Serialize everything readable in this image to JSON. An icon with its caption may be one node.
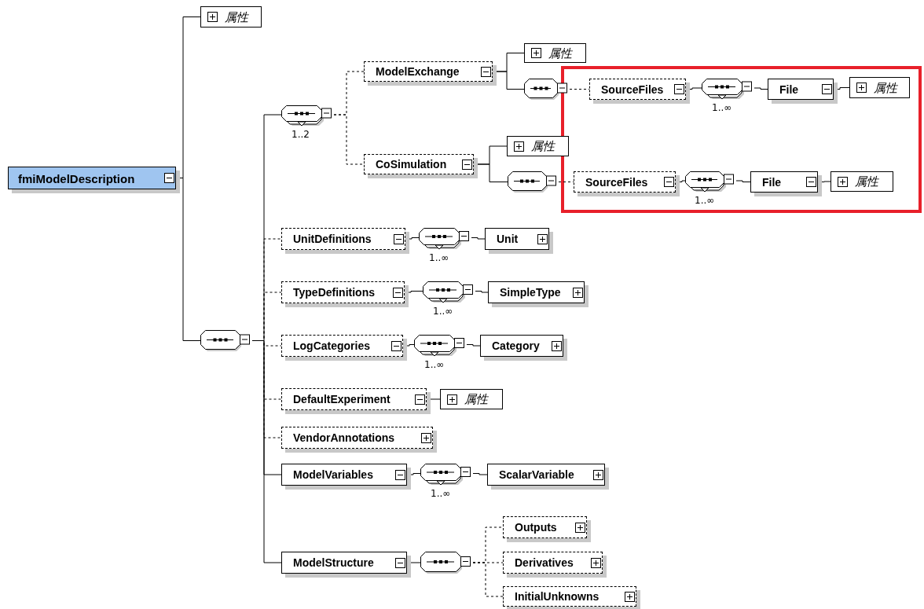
{
  "diagram": {
    "nodes": [
      {
        "text": [
          "fmiModelDescription"
        ]
      },
      {
        "text": [
          "属性"
        ]
      },
      {
        "text": [],
        "shape": "octagon"
      },
      {
        "text": [],
        "shape": "octagon",
        "beside": [
          "1..2"
        ]
      },
      {
        "text": [
          "ModelExchange"
        ]
      },
      {
        "text": [
          "属性"
        ]
      },
      {
        "text": [],
        "shape": "octagon"
      },
      {
        "text": [
          "SourceFiles"
        ]
      },
      {
        "text": [],
        "shape": "octagon",
        "beside": [
          "1..∞"
        ]
      },
      {
        "text": [
          "File"
        ]
      },
      {
        "text": [
          "属性"
        ]
      },
      {
        "text": [
          "CoSimulation"
        ]
      },
      {
        "text": [
          "属性"
        ]
      },
      {
        "text": [],
        "shape": "octagon"
      },
      {
        "text": [
          "SourceFiles"
        ]
      },
      {
        "text": [],
        "shape": "octagon",
        "beside": [
          "1..∞"
        ]
      },
      {
        "text": [
          "File"
        ]
      },
      {
        "text": [
          "属性"
        ]
      },
      {
        "text": [
          "UnitDefinitions"
        ]
      },
      {
        "text": [],
        "shape": "octagon",
        "beside": [
          "1..∞"
        ]
      },
      {
        "text": [
          "Unit"
        ]
      },
      {
        "text": [
          "TypeDefinitions"
        ]
      },
      {
        "text": [],
        "shape": "octagon",
        "beside": [
          "1..∞"
        ]
      },
      {
        "text": [
          "SimpleType"
        ]
      },
      {
        "text": [
          "LogCategories"
        ]
      },
      {
        "text": [],
        "shape": "octagon",
        "beside": [
          "1..∞"
        ]
      },
      {
        "text": [
          "Category"
        ]
      },
      {
        "text": [
          "DefaultExperiment"
        ]
      },
      {
        "text": [
          "属性"
        ]
      },
      {
        "text": [
          "VendorAnnotations"
        ]
      },
      {
        "text": [
          "ModelVariables"
        ]
      },
      {
        "text": [],
        "shape": "octagon",
        "beside": [
          "1..∞"
        ]
      },
      {
        "text": [
          "ScalarVariable"
        ]
      },
      {
        "text": [
          "ModelStructure"
        ]
      },
      {
        "text": [],
        "shape": "octagon"
      },
      {
        "text": [
          "Outputs"
        ]
      },
      {
        "text": [
          "Derivatives"
        ]
      },
      {
        "text": [
          "InitialUnknowns"
        ]
      }
    ],
    "edges": [
      {
        "from": 0,
        "to": 1,
        "arrow": "none"
      },
      {
        "from": 0,
        "to": 2,
        "arrow": "none"
      },
      {
        "from": 2,
        "to": 3,
        "arrow": "none"
      },
      {
        "from": 3,
        "to": 4,
        "arrow": "none",
        "style": "dashed"
      },
      {
        "from": 3,
        "to": 11,
        "arrow": "none",
        "style": "dashed"
      },
      {
        "from": 4,
        "to": 5,
        "arrow": "none"
      },
      {
        "from": 4,
        "to": 6,
        "arrow": "none"
      },
      {
        "from": 6,
        "to": 7,
        "arrow": "none",
        "style": "dashed"
      },
      {
        "from": 7,
        "to": 8,
        "arrow": "none"
      },
      {
        "from": 8,
        "to": 9,
        "arrow": "none"
      },
      {
        "from": 9,
        "to": 10,
        "arrow": "none"
      },
      {
        "from": 11,
        "to": 12,
        "arrow": "none"
      },
      {
        "from": 11,
        "to": 13,
        "arrow": "none"
      },
      {
        "from": 13,
        "to": 14,
        "arrow": "none",
        "style": "dashed"
      },
      {
        "from": 14,
        "to": 15,
        "arrow": "none"
      },
      {
        "from": 15,
        "to": 16,
        "arrow": "none"
      },
      {
        "from": 16,
        "to": 17,
        "arrow": "none"
      },
      {
        "from": 2,
        "to": 18,
        "arrow": "none",
        "style": "dashed"
      },
      {
        "from": 18,
        "to": 19,
        "arrow": "none"
      },
      {
        "from": 19,
        "to": 20,
        "arrow": "none"
      },
      {
        "from": 2,
        "to": 21,
        "arrow": "none",
        "style": "dashed"
      },
      {
        "from": 21,
        "to": 22,
        "arrow": "none"
      },
      {
        "from": 22,
        "to": 23,
        "arrow": "none"
      },
      {
        "from": 2,
        "to": 24,
        "arrow": "none",
        "style": "dashed"
      },
      {
        "from": 24,
        "to": 25,
        "arrow": "none"
      },
      {
        "from": 25,
        "to": 26,
        "arrow": "none"
      },
      {
        "from": 2,
        "to": 27,
        "arrow": "none",
        "style": "dashed"
      },
      {
        "from": 27,
        "to": 28,
        "arrow": "none"
      },
      {
        "from": 2,
        "to": 29,
        "arrow": "none",
        "style": "dashed"
      },
      {
        "from": 2,
        "to": 30,
        "arrow": "none"
      },
      {
        "from": 30,
        "to": 31,
        "arrow": "none"
      },
      {
        "from": 31,
        "to": 32,
        "arrow": "none"
      },
      {
        "from": 2,
        "to": 33,
        "arrow": "none"
      },
      {
        "from": 33,
        "to": 34,
        "arrow": "none"
      },
      {
        "from": 34,
        "to": 35,
        "arrow": "none",
        "style": "dashed"
      },
      {
        "from": 34,
        "to": 36,
        "arrow": "none",
        "style": "dashed"
      },
      {
        "from": 34,
        "to": 37,
        "arrow": "none",
        "style": "dashed"
      }
    ]
  }
}
